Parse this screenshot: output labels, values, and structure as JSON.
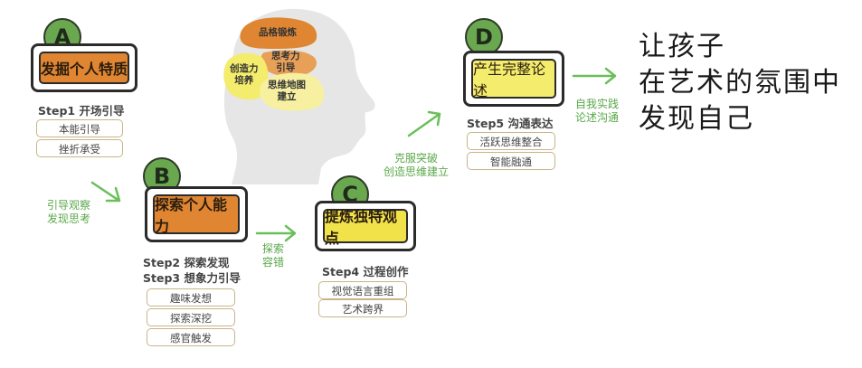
{
  "steps": {
    "a": {
      "badge": "A",
      "title": "发掘个人特质",
      "line1": "Step1  开场引导",
      "items": [
        "本能引导",
        "挫折承受"
      ]
    },
    "b": {
      "badge": "B",
      "title": "探索个人能力",
      "line1": "Step2  探索发现",
      "line2": "Step3  想象力引导",
      "items": [
        "趣味发想",
        "探索深挖",
        "感官触发"
      ]
    },
    "c": {
      "badge": "C",
      "title": "提炼独特观点",
      "line1": "Step4  过程创作",
      "items": [
        "视觉语言重组",
        "艺术跨界"
      ]
    },
    "d": {
      "badge": "D",
      "title": "产生完整论述",
      "line1": "Step5  沟通表达",
      "items": [
        "活跃思维整合",
        "智能融通"
      ]
    }
  },
  "connectors": {
    "ab": [
      "引导观察",
      "发现思考"
    ],
    "bc": [
      "探索",
      "容错"
    ],
    "cd": [
      "克服突破",
      "创造思维建立"
    ],
    "d_out": [
      "自我实践",
      "论述沟通"
    ]
  },
  "brain": {
    "top": "品格锻炼",
    "mid": [
      "思考力",
      "引导"
    ],
    "left": [
      "创造力",
      "培养"
    ],
    "bottom": [
      "思维地图",
      "建立"
    ]
  },
  "slogan": [
    "让孩子",
    "在艺术的氛围中",
    "发现自己"
  ],
  "colors": {
    "orange": "#e08632",
    "yellow": "#f2e24a",
    "green": "#6aa84f",
    "arrow": "#6abf5a"
  }
}
